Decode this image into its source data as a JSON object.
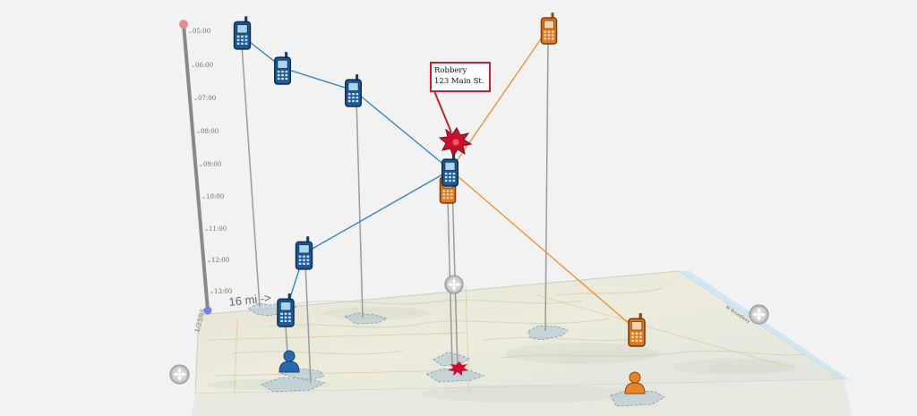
{
  "timeline": {
    "ticks": [
      "05:00",
      "06:00",
      "07:00",
      "08:00",
      "09:00",
      "10:00",
      "11:00",
      "12:00",
      "13:00"
    ],
    "base_label": "1/23/08"
  },
  "distance_label": "16 mi ->",
  "road_label": "W Broadway",
  "callout": {
    "line1": "Robbery",
    "line2": "123 Main St."
  },
  "colors": {
    "blue_track": "#2f7fc1",
    "orange_track": "#f28a2b",
    "phone_blue": "#1f5a96",
    "phone_orange": "#e07a1f",
    "incident_red": "#c8102e",
    "slider_top": "#e88a8a",
    "slider_bottom": "#7b7bf0"
  },
  "icons": {
    "phone": "mobile-phone-icon",
    "person": "person-icon",
    "incident": "explosion-icon",
    "navigate": "navigation-control-icon"
  }
}
